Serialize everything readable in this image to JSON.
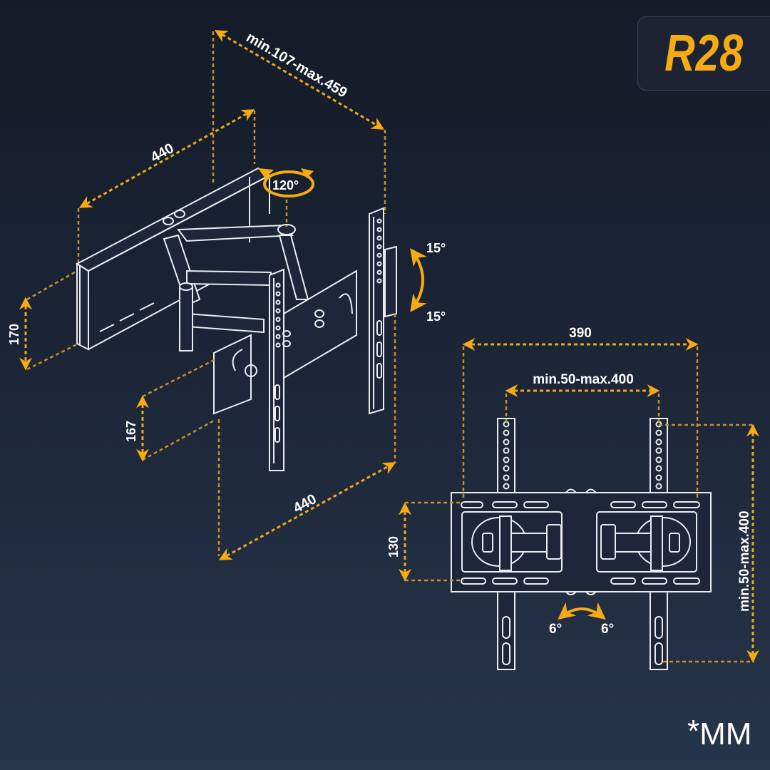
{
  "model_badge": {
    "text": "R28",
    "color": "#f6ab13"
  },
  "unit_note": {
    "asterisk": "*",
    "unit": "MM"
  },
  "colors": {
    "dimension_line": "#f0a51c",
    "label_text": "#ffffff",
    "drawing_line": "#e9edf2",
    "background": "#1b2536"
  },
  "isometric_view": {
    "labels": {
      "extension": "min.107-max.459",
      "wall_plate_width": "440",
      "swivel": "120°",
      "tilt_up": "15°",
      "tilt_down": "15°",
      "wall_plate_height": "170",
      "arm_plate_height": "167",
      "tv_bracket_width": "440"
    }
  },
  "front_view": {
    "labels": {
      "overall_width": "390",
      "vesa_horizontal": "min.50-max.400",
      "plate_height": "130",
      "vesa_vertical": "min.50-max.400",
      "rotation_left": "6°",
      "rotation_right": "6°"
    }
  }
}
